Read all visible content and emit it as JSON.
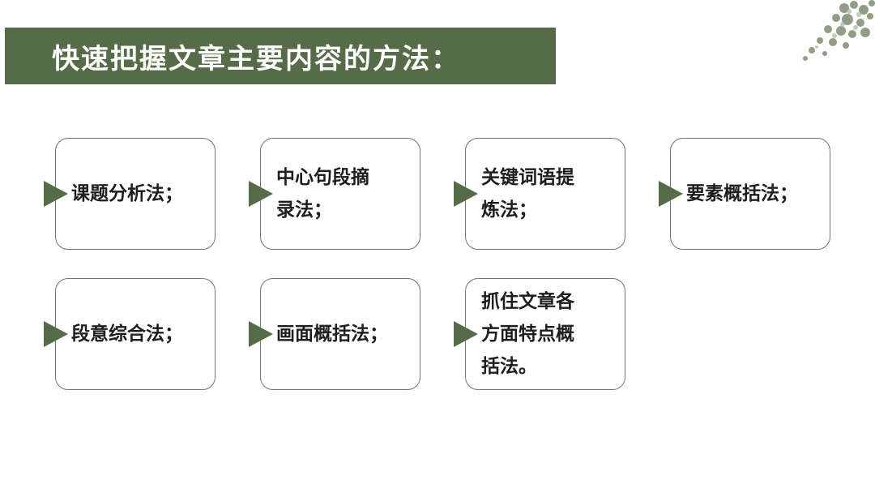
{
  "title": "快速把握文章主要内容的方法：",
  "theme": {
    "banner_color": "#566b47",
    "arrow_color": "#566b47",
    "card_border": "#6f7668"
  },
  "methods": [
    {
      "text": "课题分析法；"
    },
    {
      "text": "中心句段摘\n录法；"
    },
    {
      "text": "关键词语提\n炼法；"
    },
    {
      "text": "要素概括法；"
    },
    {
      "text": "段意综合法；"
    },
    {
      "text": "画面概括法；"
    },
    {
      "text": "抓住文章各\n方面特点概\n括法。"
    }
  ]
}
